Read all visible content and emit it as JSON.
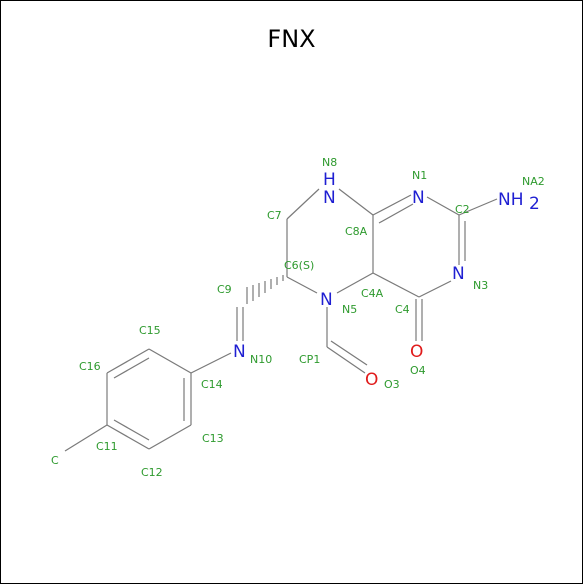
{
  "title": "FNX",
  "colors": {
    "bond": "#7a7a7a",
    "nitrogen": "#1f1fd2",
    "oxygen": "#e01b1b",
    "atom_label": "#2e9a2e"
  },
  "element_symbols": {
    "n8": "H",
    "n8_n": "N",
    "n1": "N",
    "na2": "NH",
    "na2_sub": "2",
    "n3": "N",
    "n5": "N",
    "n10": "N",
    "o4": "O",
    "o3": "O"
  },
  "atom_labels": {
    "n8": "N8",
    "n1": "N1",
    "na2": "NA2",
    "c7": "C7",
    "c8a": "C8A",
    "c2": "C2",
    "c6": "C6(S)",
    "n3": "N3",
    "c9": "C9",
    "c4a": "C4A",
    "n5": "N5",
    "c4": "C4",
    "c15": "C15",
    "n10": "N10",
    "cp1": "CP1",
    "c16": "C16",
    "c14": "C14",
    "o3": "O3",
    "o4": "O4",
    "c13": "C13",
    "c": "C",
    "c11": "C11",
    "c12": "C12"
  }
}
